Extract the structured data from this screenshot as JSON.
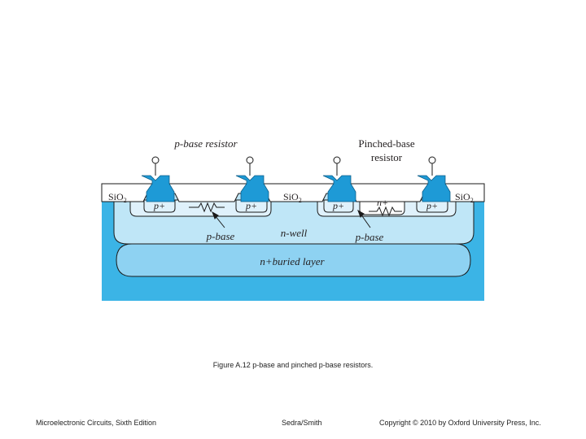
{
  "diagram": {
    "label_p_base_resistor": "p-base resistor",
    "label_pinched_line1": "Pinched-base",
    "label_pinched_line2": "resistor",
    "label_sio2_left": "SiO",
    "label_sio2_mid": "SiO",
    "label_sio2_right": "SiO",
    "sio2_subscript": "2",
    "label_pplus_1": "p+",
    "label_pplus_2": "p+",
    "label_pplus_3": "p+",
    "label_pplus_4": "p+",
    "label_nplus": "n+",
    "label_p_base_left": "p-base",
    "label_p_base_right": "p-base",
    "label_n_well": "n-well",
    "label_buried_layer": "n+buried layer",
    "colors": {
      "substrate": "#3bb4e6",
      "n_well": "#bfe6f7",
      "buried_layer": "#8ed2f2",
      "metal": "#1e9ad6",
      "oxide": "#ffffff",
      "p_region": "#dff1fb"
    }
  },
  "caption": "Figure A.12 p-base and pinched p-base resistors.",
  "footer": {
    "left": "Microelectronic Circuits, Sixth Edition",
    "center": "Sedra/Smith",
    "right": "Copyright © 2010 by Oxford University Press, Inc."
  }
}
